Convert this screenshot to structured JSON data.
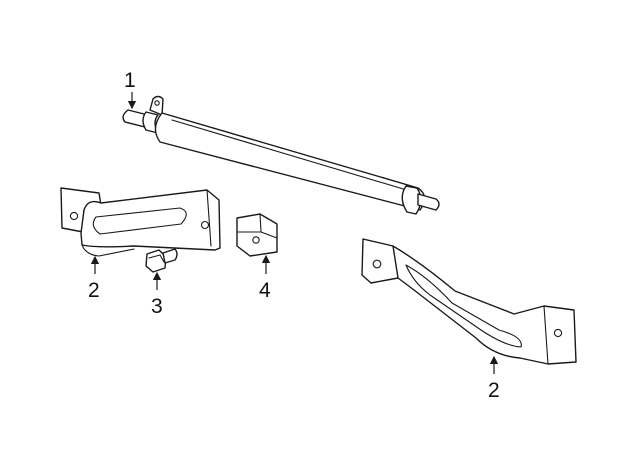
{
  "callouts": [
    {
      "id": "c1",
      "label": "1"
    },
    {
      "id": "c2a",
      "label": "2"
    },
    {
      "id": "c3",
      "label": "3"
    },
    {
      "id": "c4",
      "label": "4"
    },
    {
      "id": "c2b",
      "label": "2"
    }
  ],
  "parts": [
    {
      "id": "tube",
      "callout": "1"
    },
    {
      "id": "left-bracket",
      "callout": "2"
    },
    {
      "id": "bolt",
      "callout": "3"
    },
    {
      "id": "clip",
      "callout": "4"
    },
    {
      "id": "right-bracket",
      "callout": "2"
    }
  ]
}
